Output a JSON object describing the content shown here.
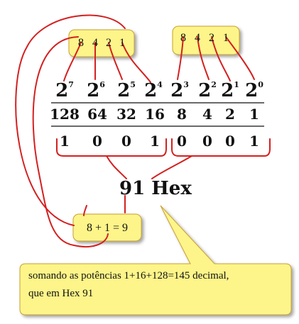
{
  "nibble_left": {
    "weights": [
      "8",
      "4",
      "2",
      "1"
    ]
  },
  "nibble_right": {
    "weights": [
      "8",
      "4",
      "2",
      "1"
    ]
  },
  "table": {
    "powers": [
      {
        "base": "2",
        "exp": "7"
      },
      {
        "base": "2",
        "exp": "6"
      },
      {
        "base": "2",
        "exp": "5"
      },
      {
        "base": "2",
        "exp": "4"
      },
      {
        "base": "2",
        "exp": "3"
      },
      {
        "base": "2",
        "exp": "2"
      },
      {
        "base": "2",
        "exp": "1"
      },
      {
        "base": "2",
        "exp": "0"
      }
    ],
    "values": [
      "128",
      "64",
      "32",
      "16",
      "8",
      "4",
      "2",
      "1"
    ],
    "bits": [
      "1",
      "0",
      "0",
      "1",
      "0",
      "0",
      "0",
      "1"
    ]
  },
  "result": {
    "hex_label": "91 Hex"
  },
  "sum_box": {
    "expression": "8 + 1 = 9"
  },
  "callout": {
    "line1": "somando as potências 1+16+128=145 decimal,",
    "line2": "que em Hex 91"
  },
  "colors": {
    "box_fill": "#fdf58a",
    "box_stroke": "#c8a030",
    "connector_red": "#d42020",
    "text": "#111111"
  }
}
